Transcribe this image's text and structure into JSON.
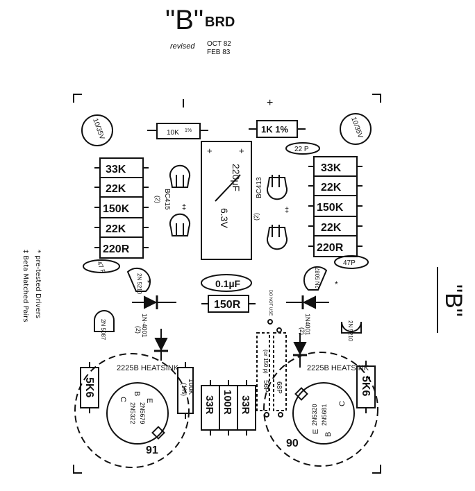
{
  "header": {
    "title_quote": "\"B\"",
    "title_suffix": "BRD",
    "revised_label": "revised",
    "revised_date_1": "OCT 82",
    "revised_date_2": "FEB 83"
  },
  "side_notes": {
    "note_1": "* pre-tested Drivers",
    "note_2": "‡ Beta Matched Pairs"
  },
  "right_title": "\"B\"",
  "polarity": {
    "minus": "I",
    "plus": "+"
  },
  "top_components": {
    "res_10k_label": "10K",
    "res_10k_tol": "1%",
    "res_1k_label": "1K 1%",
    "cap_22p": "22 P",
    "cap_left_electrolytic": "10/35V",
    "cap_right_electrolytic": "10/35V",
    "big_cap_value": "220µF",
    "big_cap_voltage": "6.3V",
    "big_cap_plus_left": "+",
    "big_cap_plus_right": "+"
  },
  "left_resistor_stack": [
    "33K",
    "22K",
    "150K",
    "22K",
    "220R"
  ],
  "right_resistor_stack": [
    "33K",
    "22K",
    "150K",
    "22K",
    "220R"
  ],
  "transistors": {
    "left_driver": "BC415",
    "left_driver_qty": "(2)",
    "right_driver": "BC413",
    "right_driver_qty": "(2)",
    "left_small": "2N 5210",
    "right_small": "2N 5087",
    "left_to92_low": "2N 5087",
    "right_to92_low": "2N 5210"
  },
  "caps_misc": {
    "left_47p": "47 P",
    "right_47p": "47P",
    "mid_cap": "0.1µF",
    "mid_resistor": "150R"
  },
  "diodes": {
    "left": "1N-4001",
    "left_qty": "(2)",
    "right": "1N4001",
    "right_qty": "(2)"
  },
  "notes_center": {
    "do_not_use": "DO NOT USE",
    "or_150p": "(or 150 p)",
    "cap_56p": "56P",
    "cap_68p": "68P"
  },
  "output_stage": {
    "left_heatsink": "2225B HEATSINK",
    "right_heatsink": "2225B HEATSINK",
    "left_res": "5K6",
    "right_res": "5K6",
    "res_100k": "100K",
    "res_100k_tol": "(1%)",
    "bottom_res": [
      "33R",
      "100R",
      "33R"
    ],
    "left_transistor_1": "2N5679",
    "left_transistor_2": "2N5322",
    "right_transistor_1": "2N5681",
    "right_transistor_2": "2N5320",
    "pin_e": "E",
    "pin_b": "B",
    "pin_c": "C",
    "left_number": "91",
    "right_number": "90"
  }
}
